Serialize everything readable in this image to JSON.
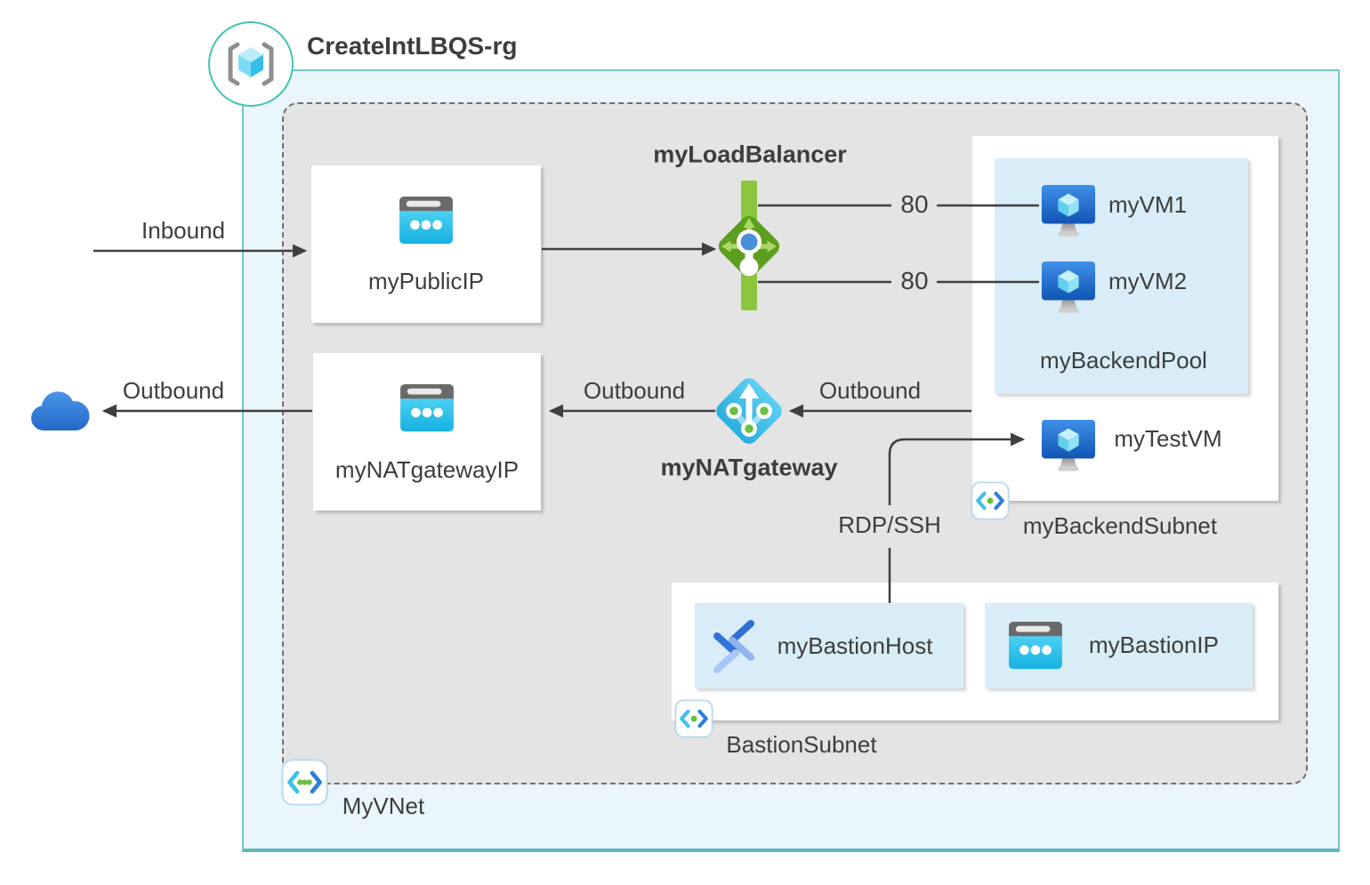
{
  "diagram": {
    "resource_group": "CreateIntLBQS-rg",
    "vnet": "MyVNet",
    "nodes": {
      "public_ip": "myPublicIP",
      "load_balancer": "myLoadBalancer",
      "nat_gateway": "myNATgateway",
      "nat_gateway_ip": "myNATgatewayIP",
      "vm1": "myVM1",
      "vm2": "myVM2",
      "backend_pool": "myBackendPool",
      "test_vm": "myTestVM",
      "backend_subnet": "myBackendSubnet",
      "bastion_host": "myBastionHost",
      "bastion_ip": "myBastionIP",
      "bastion_subnet": "BastionSubnet"
    },
    "flows": {
      "inbound": "Inbound",
      "outbound_to_internet": "Outbound",
      "outbound_from_nat": "Outbound",
      "outbound_from_backend": "Outbound",
      "lb_port_vm1": "80",
      "lb_port_vm2": "80",
      "bastion_connection": "RDP/SSH"
    },
    "colors": {
      "resource_group_fill": "#e9f6fb",
      "resource_group_border": "#74c6cd",
      "vnet_fill": "#e4e4e4",
      "vnet_border": "#6f6f6f",
      "subnet_fill": "#ffffff",
      "inner_box_fill": "#d8edf8",
      "load_balancer_green": "#8cc63f",
      "load_balancer_diamond": "#5d9e1e",
      "nat_gateway_cyan": "#3bbde9",
      "ip_icon_cyan": "#2fc3ec",
      "vm_blue": "#2979d9",
      "cloud_blue": "#2e7cd6",
      "line": "#3f3f3f",
      "text": "#3d3d3d"
    }
  }
}
